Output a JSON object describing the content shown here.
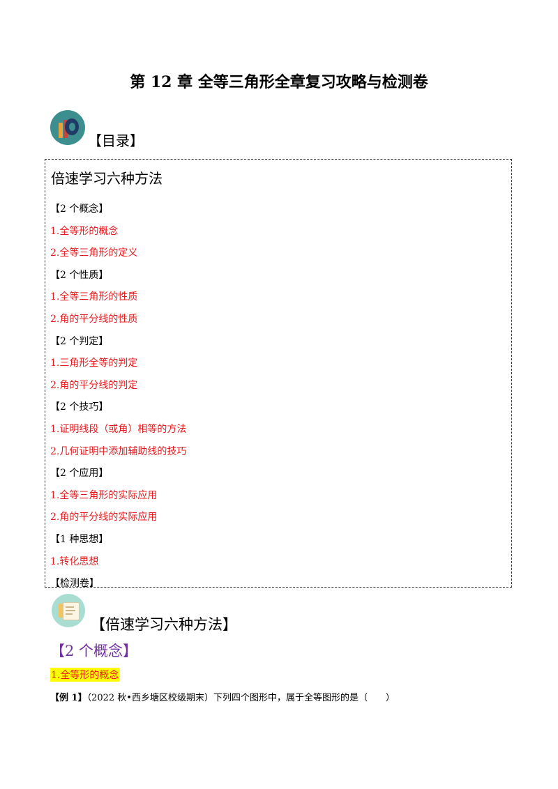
{
  "document": {
    "title": "第 12 章  全等三角形全章复习攻略与检测卷"
  },
  "toc": {
    "heading": "【目录】",
    "icon": "books-icon",
    "box_title": "倍速学习六种方法",
    "lines": [
      {
        "text": "【2 个概念】",
        "kind": "cat"
      },
      {
        "text": "1.全等形的概念",
        "kind": "sub"
      },
      {
        "text": "2.全等三角形的定义",
        "kind": "sub"
      },
      {
        "text": "【2 个性质】",
        "kind": "cat"
      },
      {
        "text": "1.全等三角形的性质",
        "kind": "sub"
      },
      {
        "text": "2.角的平分线的性质",
        "kind": "sub"
      },
      {
        "text": "【2 个判定】",
        "kind": "cat"
      },
      {
        "text": "1.三角形全等的判定",
        "kind": "sub"
      },
      {
        "text": "2.角的平分线的判定",
        "kind": "sub"
      },
      {
        "text": "【2 个技巧】",
        "kind": "cat"
      },
      {
        "text": "1.证明线段（或角）相等的方法",
        "kind": "sub"
      },
      {
        "text": "2.几何证明中添加辅助线的技巧",
        "kind": "sub"
      },
      {
        "text": "【2 个应用】",
        "kind": "cat"
      },
      {
        "text": "1.全等三角形的实际应用",
        "kind": "sub"
      },
      {
        "text": "2.角的平分线的实际应用",
        "kind": "sub"
      },
      {
        "text": "【1 种思想】",
        "kind": "cat"
      },
      {
        "text": "1.转化思想",
        "kind": "sub"
      },
      {
        "text": "【检测卷】",
        "kind": "cat"
      }
    ]
  },
  "section": {
    "icon": "papers-icon",
    "heading": "【倍速学习六种方法】",
    "subheading": "【2 个概念】",
    "highlight": "1.全等形的概念",
    "example_label": "【例 1】",
    "example_text": "（2022 秋•西乡塘区校级期末）下列四个图形中，属于全等图形的是（　　）"
  },
  "colors": {
    "red": "#e8191c",
    "purple": "#7030a0",
    "highlight": "#ffff00",
    "teal": "#3d8e8f"
  }
}
